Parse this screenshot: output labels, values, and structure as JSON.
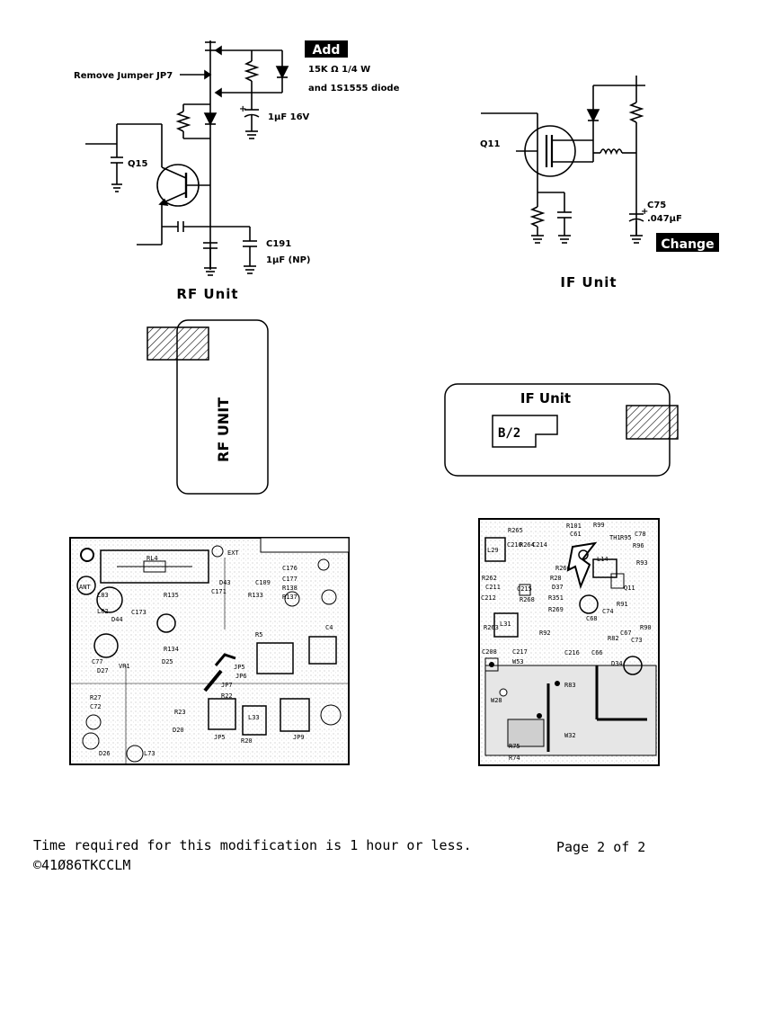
{
  "rf_schematic": {
    "jumper_label": "Remove Jumper JP7",
    "add_badge": "Add",
    "add_part_line1": "15K Ω 1/4 W",
    "add_part_line2": "and 1S1555 diode",
    "cap_value": "1µF 16V",
    "transistor": "Q15",
    "cap_ref": "C191",
    "cap_ref_value": "1µF (NP)",
    "title": "RF Unit"
  },
  "if_schematic": {
    "transistor": "Q11",
    "cap_ref": "C75",
    "cap_value": ".047µF",
    "change_badge": "Change",
    "title": "IF Unit"
  },
  "rf_board_outline": {
    "label": "RF UNIT"
  },
  "if_board_outline": {
    "label": "IF Unit",
    "sub_label": "B/2"
  },
  "rf_pcb_labels": {
    "l1": "RL4",
    "l2": "R135",
    "l3": "L83",
    "l4": "L82",
    "l5": "D44",
    "l6": "C173",
    "l7": "R134",
    "l8": "D25",
    "l9": "VR1",
    "l10": "D27",
    "l11": "C77",
    "l12": "R27",
    "l13": "C72",
    "l14": "D43",
    "l15": "C171",
    "l16": "R133",
    "l17": "C176",
    "l18": "C177",
    "l19": "R138",
    "l20": "R137",
    "l21": "C109",
    "l22": "JP5",
    "l23": "JP6",
    "l24": "JP7",
    "l25": "R22",
    "l26": "R23",
    "l27": "L33",
    "l28": "D20",
    "l29": "JP5",
    "l30": "R20",
    "l31": "JP9",
    "l32": "C4",
    "l33": "L73",
    "l34": "D26",
    "l35": "R5",
    "l36": "ANT",
    "l37": "EXT"
  },
  "if_pcb_labels": {
    "l1": "R101",
    "l2": "R99",
    "l3": "C78",
    "l4": "R265",
    "l5": "C61",
    "l6": "R96",
    "l7": "L29",
    "l8": "C210",
    "l9": "R264",
    "l10": "C214",
    "l11": "R95",
    "l12": "TH1",
    "l13": "L14",
    "l14": "R93",
    "l15": "R266",
    "l16": "R262",
    "l17": "C211",
    "l18": "R28",
    "l19": "D37",
    "l20": "R268",
    "l21": "R351",
    "l22": "Q11",
    "l23": "C212",
    "l24": "C215",
    "l25": "R91",
    "l26": "L31",
    "l27": "R269",
    "l28": "C74",
    "l29": "R263",
    "l30": "R92",
    "l31": "C68",
    "l32": "C208",
    "l33": "C217",
    "l34": "C216",
    "l35": "C66",
    "l36": "W53",
    "l37": "D34",
    "l38": "W28",
    "l39": "R83",
    "l40": "W32",
    "l41": "R75",
    "l42": "R74",
    "l43": "R90",
    "l44": "C67",
    "l45": "R82",
    "l46": "C73"
  },
  "footer": {
    "time_note": "Time required for this modification is 1 hour or less.",
    "page": "Page 2 of 2",
    "code": "©41Ø86TKCCLM"
  }
}
